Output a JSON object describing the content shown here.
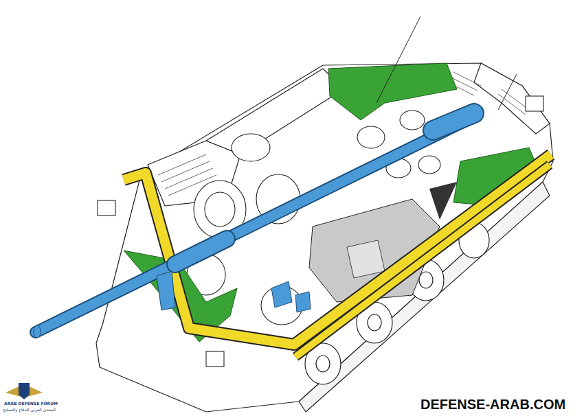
{
  "diagram": {
    "labels": [
      "DEFENSE-ARAB.COM",
      "ARAB DEFENSE FORUM",
      "المنتدى العربي للدفاع والتسليح"
    ]
  }
}
